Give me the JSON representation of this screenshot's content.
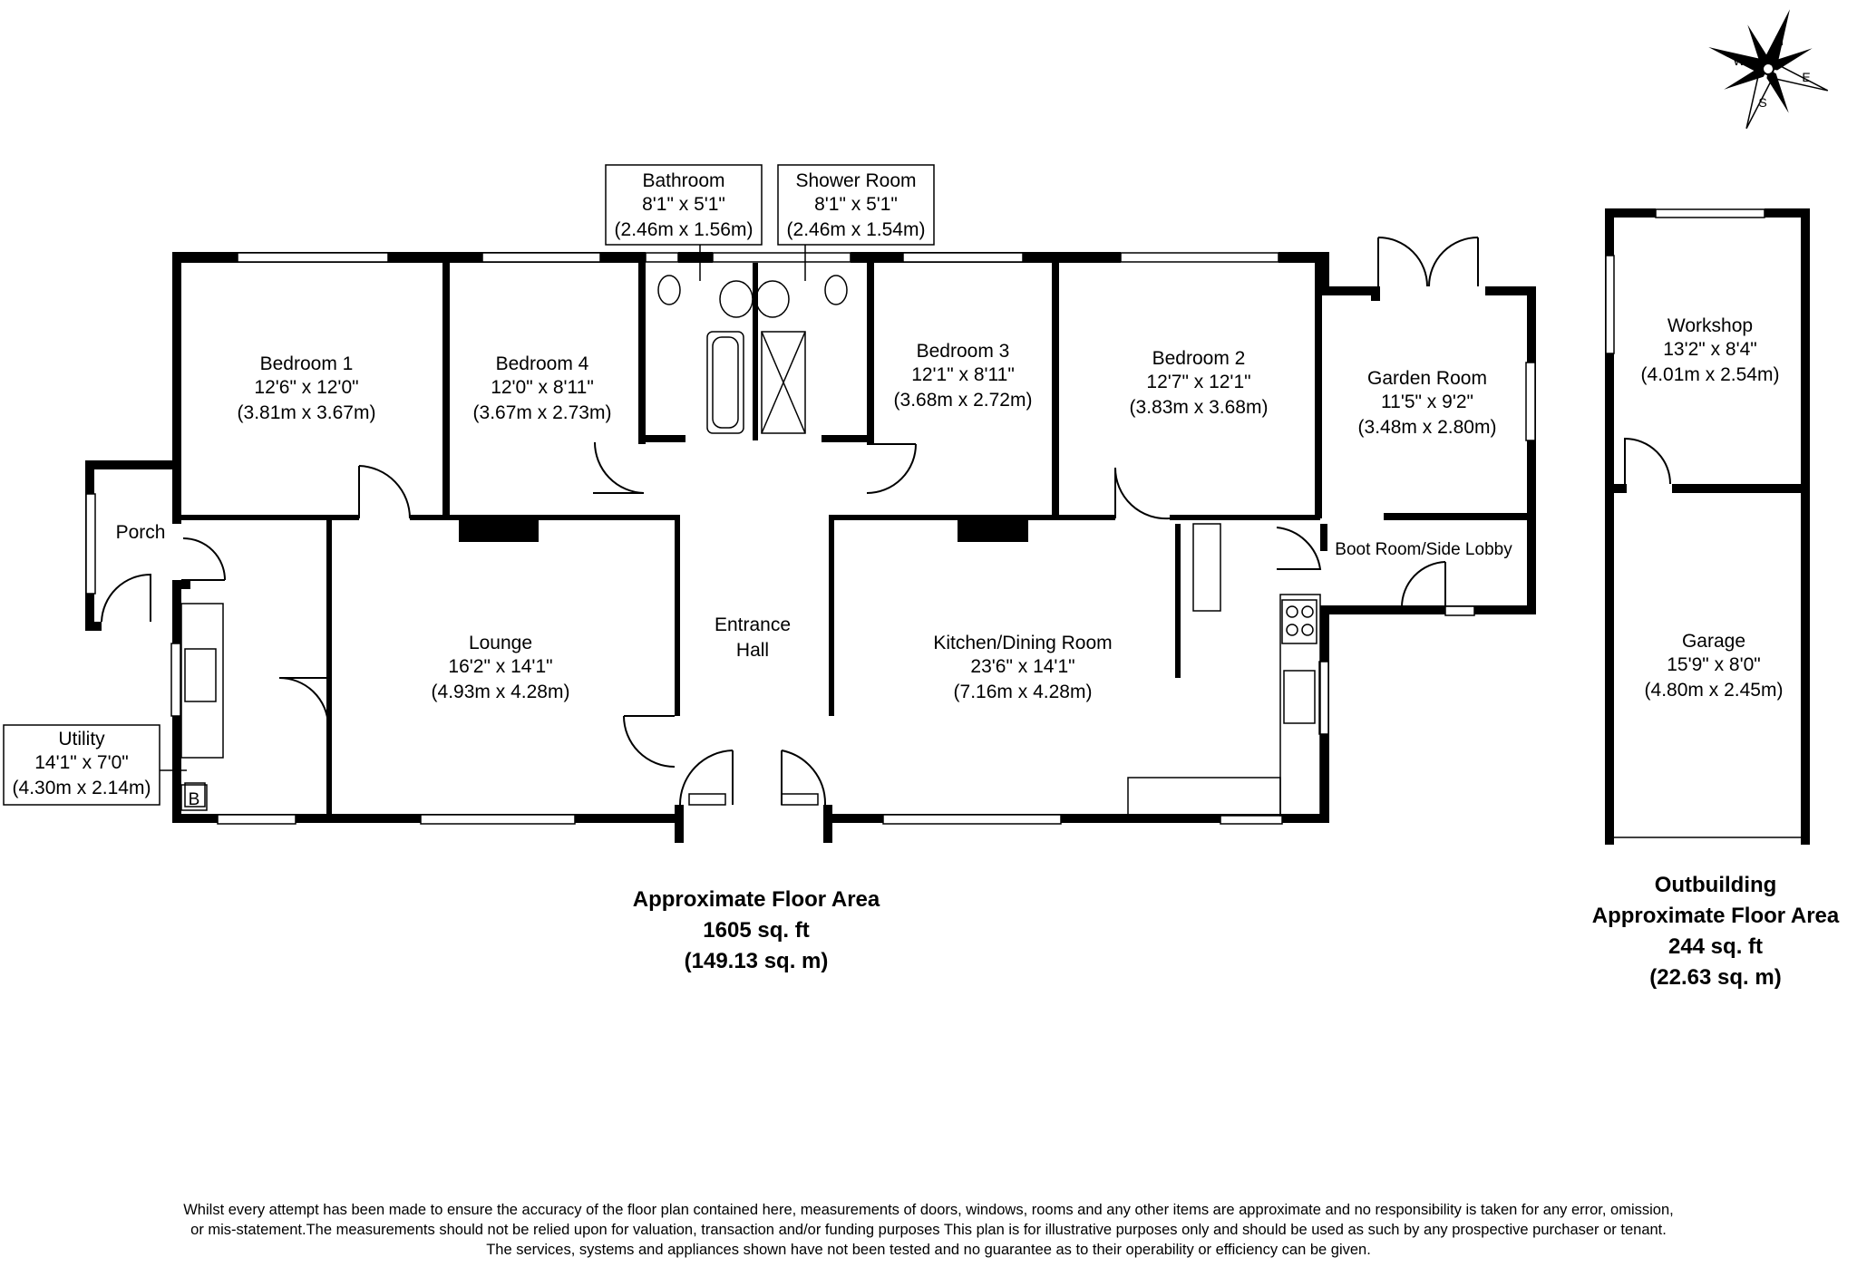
{
  "rooms": {
    "bedroom1": {
      "name": "Bedroom 1",
      "imperial": "12'6\" x 12'0\"",
      "metric": "(3.81m x 3.67m)"
    },
    "bedroom4": {
      "name": "Bedroom 4",
      "imperial": "12'0\" x 8'11\"",
      "metric": "(3.67m x 2.73m)"
    },
    "bathroom": {
      "name": "Bathroom",
      "imperial": "8'1\" x 5'1\"",
      "metric": "(2.46m x 1.56m)"
    },
    "shower_room": {
      "name": "Shower Room",
      "imperial": "8'1\" x 5'1\"",
      "metric": "(2.46m x 1.54m)"
    },
    "bedroom3": {
      "name": "Bedroom 3",
      "imperial": "12'1\" x 8'11\"",
      "metric": "(3.68m x 2.72m)"
    },
    "bedroom2": {
      "name": "Bedroom 2",
      "imperial": "12'7\" x 12'1\"",
      "metric": "(3.83m x 3.68m)"
    },
    "garden_room": {
      "name": "Garden Room",
      "imperial": "11'5\" x 9'2\"",
      "metric": "(3.48m x 2.80m)"
    },
    "boot_room": {
      "name": "Boot Room/Side Lobby"
    },
    "porch": {
      "name": "Porch"
    },
    "utility": {
      "name": "Utility",
      "imperial": "14'1\" x 7'0\"",
      "metric": "(4.30m x 2.14m)"
    },
    "lounge": {
      "name": "Lounge",
      "imperial": "16'2\" x 14'1\"",
      "metric": "(4.93m x 4.28m)"
    },
    "entrance_hall": {
      "line1": "Entrance",
      "line2": "Hall"
    },
    "kitchen": {
      "name": "Kitchen/Dining Room",
      "imperial": "23'6\" x 14'1\"",
      "metric": "(7.16m x 4.28m)"
    },
    "workshop": {
      "name": "Workshop",
      "imperial": "13'2\" x 8'4\"",
      "metric": "(4.01m x 2.54m)"
    },
    "garage": {
      "name": "Garage",
      "imperial": "15'9\" x 8'0\"",
      "metric": "(4.80m x 2.45m)"
    }
  },
  "boiler_label": "B",
  "compass": {
    "n": "N",
    "e": "E",
    "s": "S",
    "w": "W"
  },
  "main_area": {
    "line1": "Approximate Floor Area",
    "line2": "1605 sq. ft",
    "line3": "(149.13 sq. m)"
  },
  "outbuilding_area": {
    "line1": "Outbuilding",
    "line2": "Approximate Floor Area",
    "line3": "244 sq. ft",
    "line4": "(22.63 sq. m)"
  },
  "disclaimer": {
    "line1": "Whilst every attempt has been made to ensure the accuracy of the floor plan contained here, measurements of doors, windows, rooms and any other items are approximate and no responsibility is taken for any error, omission,",
    "line2": "or mis-statement.The measurements should not be relied upon for valuation, transaction and/or funding purposes This plan is for illustrative purposes only and should be used as such by any prospective purchaser or tenant.",
    "line3": "The services, systems and appliances shown have not been tested and no guarantee as to their operability or efficiency can be given."
  }
}
